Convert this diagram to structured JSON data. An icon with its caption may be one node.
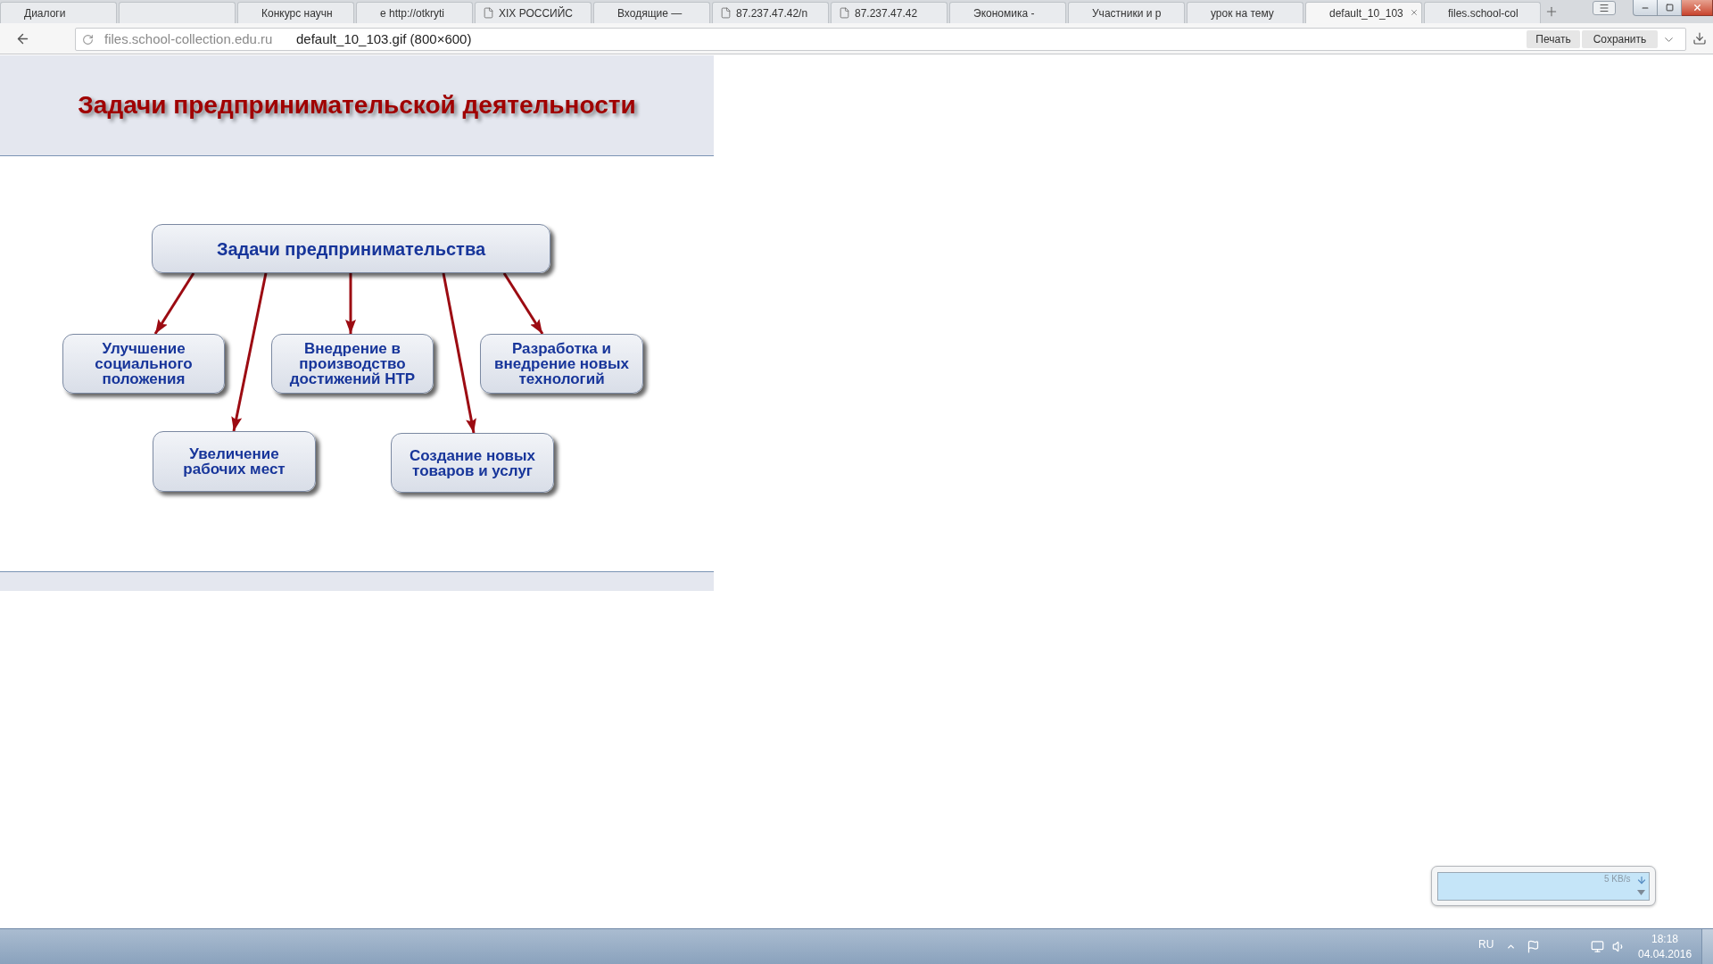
{
  "diagram": {
    "title": "Задачи предпринимательской деятельности",
    "nodes": [
      {
        "text": [
          "Задачи предпринимательства"
        ]
      },
      {
        "text": [
          "Улучшение социального положения"
        ]
      },
      {
        "text": [
          "Внедрение в производство достижений НТР"
        ]
      },
      {
        "text": [
          "Разработка и внедрение новых технологий"
        ]
      },
      {
        "text": [
          "Увеличение рабочих мест"
        ]
      },
      {
        "text": [
          "Создание новых товаров и услуг"
        ]
      }
    ],
    "edges": [
      {
        "from": 0,
        "to": 1,
        "arrow": "to"
      },
      {
        "from": 0,
        "to": 4,
        "arrow": "to"
      },
      {
        "from": 0,
        "to": 2,
        "arrow": "to"
      },
      {
        "from": 0,
        "to": 5,
        "arrow": "to"
      },
      {
        "from": 0,
        "to": 3,
        "arrow": "to"
      }
    ],
    "labels": [
      "Диалоги",
      "Конкурс научн",
      "e http://otkryti",
      "XIX РОССИЙС",
      "Входящие —",
      "87.237.47.42/n",
      "87.237.47.42",
      "Экономика -",
      "Участники и р",
      "урок на тему",
      "default_10_103",
      "files.school-col",
      "files.school-collection.edu.ru",
      "default_10_103.gif (800×600)",
      "Печать",
      "Сохранить",
      "5 KB/s",
      "RU",
      "18:18",
      "04.04.2016"
    ]
  }
}
